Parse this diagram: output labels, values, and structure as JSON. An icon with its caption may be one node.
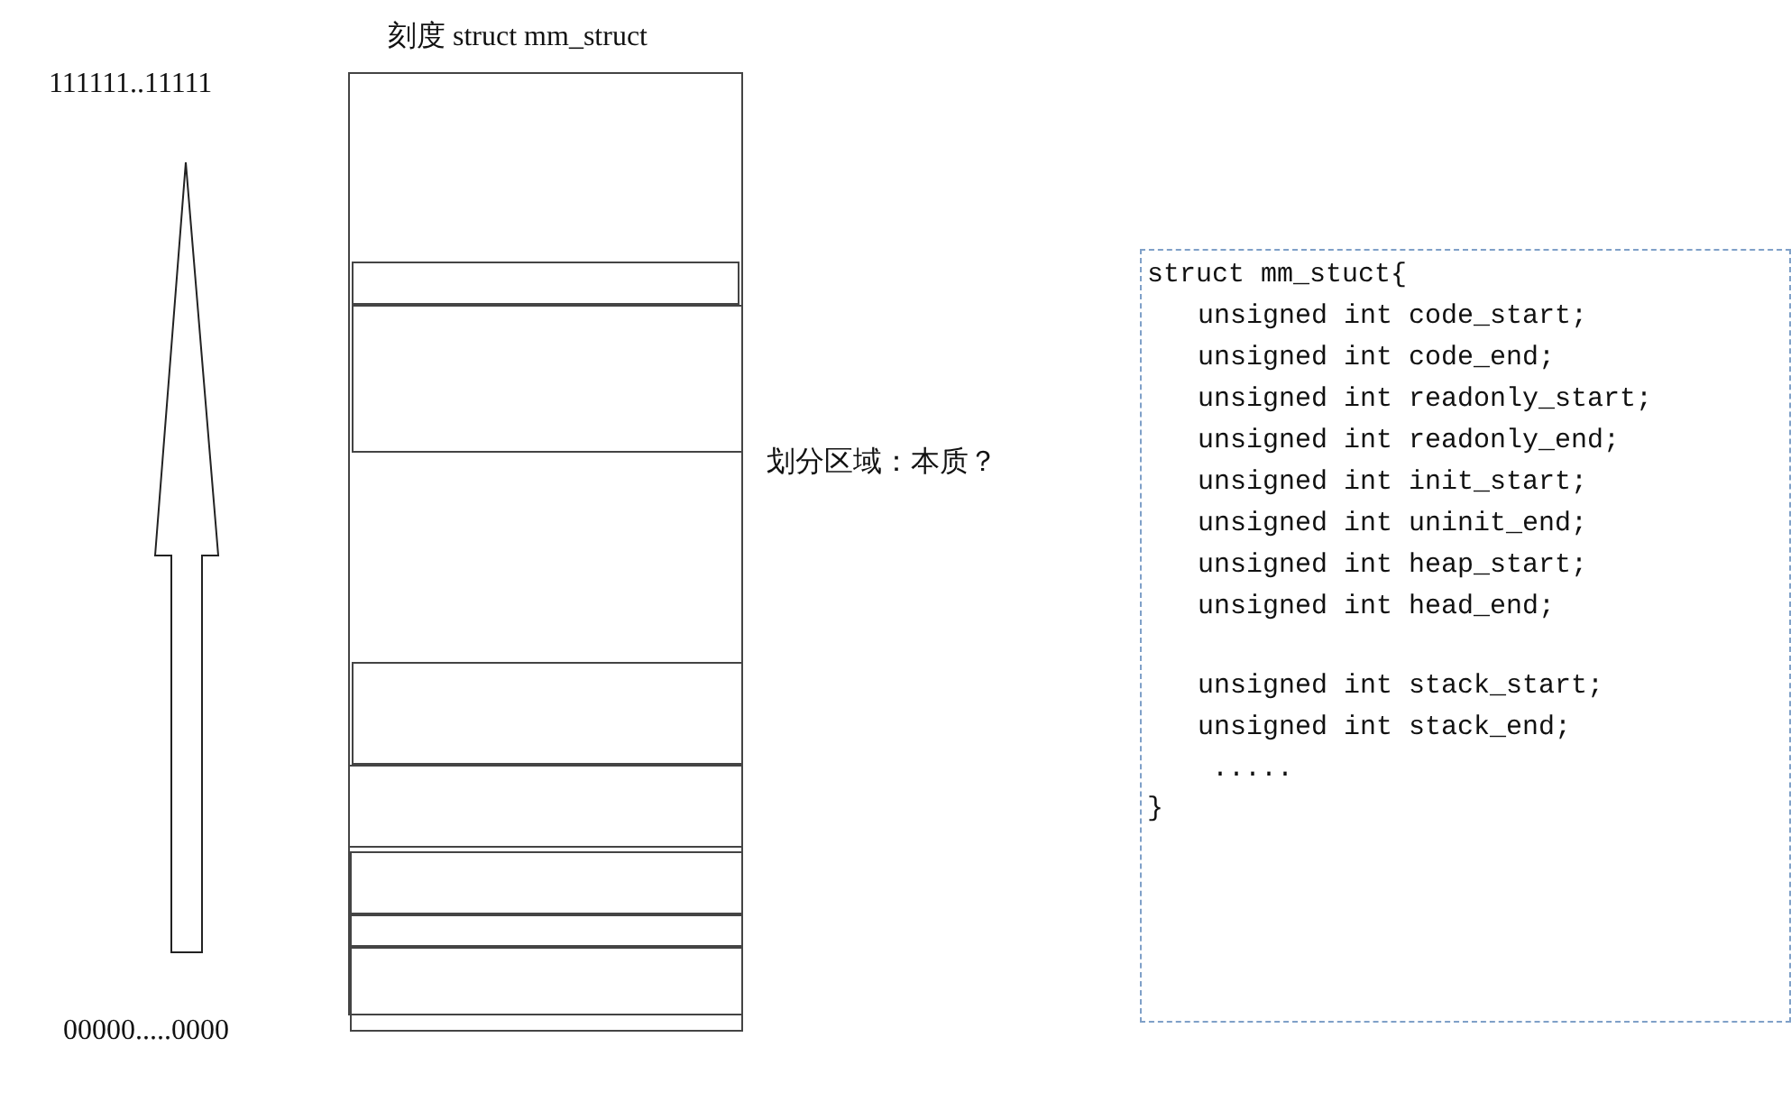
{
  "diagram": {
    "nodes": [
      {
        "text": [
          "刻度 struct mm_struct"
        ]
      },
      {
        "text": [],
        "shape": "box",
        "in": 0
      },
      {
        "text": [],
        "shape": "box",
        "in": 0
      },
      {
        "text": [],
        "shape": "box",
        "in": 0
      },
      {
        "text": [],
        "shape": "box",
        "in": 0
      },
      {
        "text": [],
        "shape": "box",
        "in": 0
      },
      {
        "text": [],
        "shape": "box",
        "in": 0
      },
      {
        "text": [],
        "shape": "box",
        "in": 0
      },
      {
        "text": [
          "struct mm_stuct{",
          "unsigned int code_start;",
          "unsigned int code_end;",
          "unsigned int readonly_start;",
          "unsigned int readonly_end;",
          "unsigned int init_start;",
          "unsigned int uninit_end;",
          "unsigned int heap_start;",
          "unsigned int head_end;",
          "unsigned int stack_start;",
          "unsigned int stack_end;",
          ".....",
          "}"
        ]
      }
    ],
    "edges": [],
    "labels": [
      "111111..11111",
      "划分区域：本质？",
      "00000.....0000"
    ]
  }
}
